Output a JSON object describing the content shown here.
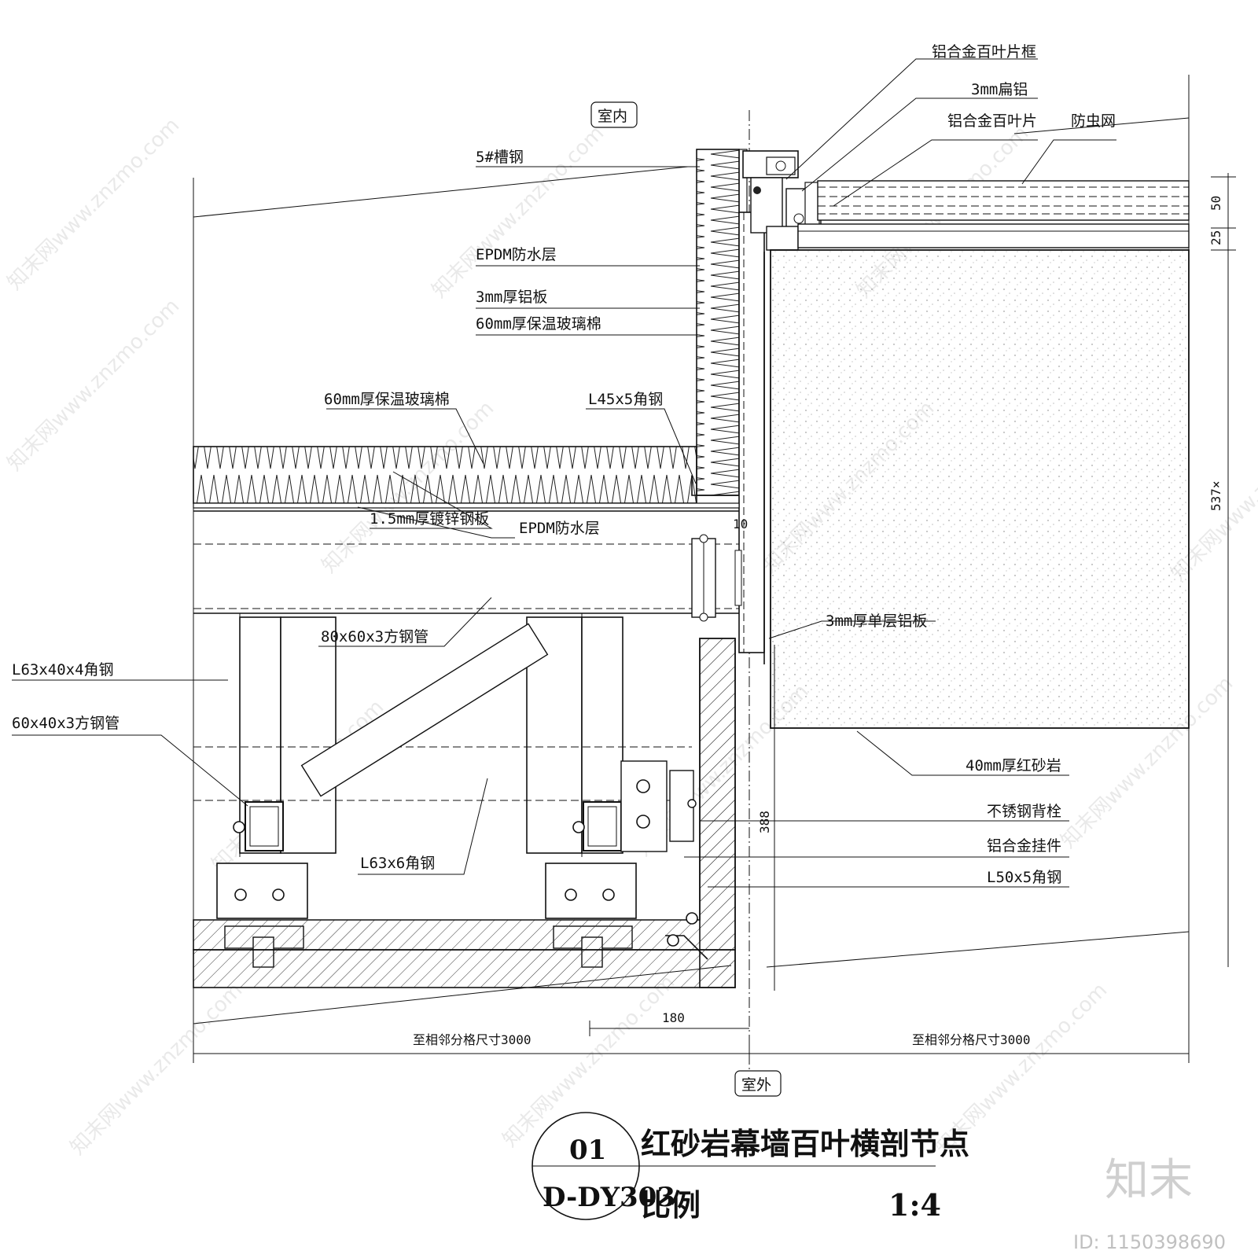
{
  "zones": {
    "indoor": "室内",
    "outdoor": "室外"
  },
  "labels": {
    "louver_frame": "铝合金百叶片框",
    "flat_al": "3mm扁铝",
    "louver_blade": "铝合金百叶片",
    "insect_net": "防虫网",
    "channel_steel": "5#槽钢",
    "epdm_1": "EPDM防水层",
    "al_plate_3mm": "3mm厚铝板",
    "glass_wool_v": "60mm厚保温玻璃棉",
    "glass_wool_h": "60mm厚保温玻璃棉",
    "angle_l45": "L45x5角钢",
    "galv_plate": "1.5mm厚镀锌钢板",
    "epdm_2": "EPDM防水层",
    "single_al": "3mm厚单层铝板",
    "sq_tube_80": "80x60x3方钢管",
    "angle_l63x40": "L63x40x4角钢",
    "sq_tube_60": "60x40x3方钢管",
    "angle_l63x6": "L63x6角钢",
    "sandstone": "40mm厚红砂岩",
    "ss_anchor": "不锈钢背栓",
    "al_hanger": "铝合金挂件",
    "angle_l50": "L50x5角钢"
  },
  "dimensions": {
    "d50": "50",
    "d25": "25",
    "d537": "537×",
    "d10": "10",
    "d388": "388",
    "d180": "180",
    "span_left": "至相邻分格尺寸3000",
    "span_right": "至相邻分格尺寸3000"
  },
  "titleblock": {
    "detail_no": "01",
    "sheet_no": "D-DY303",
    "title": "红砂岩幕墙百叶横剖节点",
    "scale_label": "比例",
    "scale_value": "1:4"
  },
  "brand": {
    "logo": "知末",
    "id": "ID: 1150398690",
    "watermark": "知末网www.znzmo.com"
  }
}
